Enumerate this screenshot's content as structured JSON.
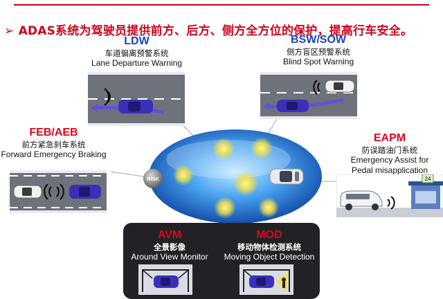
{
  "header": {
    "title": "ADAS系统为驾驶员提供前方、后方、侧方全方位的保护，提高行车安全。",
    "bullet": "➢"
  },
  "center": {
    "risk_label": "RISK"
  },
  "features": {
    "ldw": {
      "acronym": "LDW",
      "cn": "车道偏离预警系统",
      "en": "Lane Departure Warning"
    },
    "bsw": {
      "acronym": "BSW/SOW",
      "cn": "侧方盲区预警系统",
      "en": "Blind Spot Warning"
    },
    "feb": {
      "acronym": "FEB/AEB",
      "cn": "前方紧急刹车系统",
      "en": "Forward Emergency Braking"
    },
    "eapm": {
      "acronym": "EAPM",
      "cn": "防误踏油门系统",
      "en1": "Emergency Assist for",
      "en2": "Pedal misapplication",
      "sign": "24"
    },
    "avm": {
      "acronym": "AVM",
      "cn": "全景影像",
      "en": "Around View Monitor"
    },
    "mod": {
      "acronym": "MOD",
      "cn": "移动物体检测系统",
      "en": "Moving Object Detection"
    }
  },
  "colors": {
    "accent_red": "#d0021b",
    "acronym_blue": "#1a44b8",
    "ellipse_blue": "#1f6fd6",
    "hotspot": "#f3e046",
    "car_purple": "#5a3fc8"
  }
}
